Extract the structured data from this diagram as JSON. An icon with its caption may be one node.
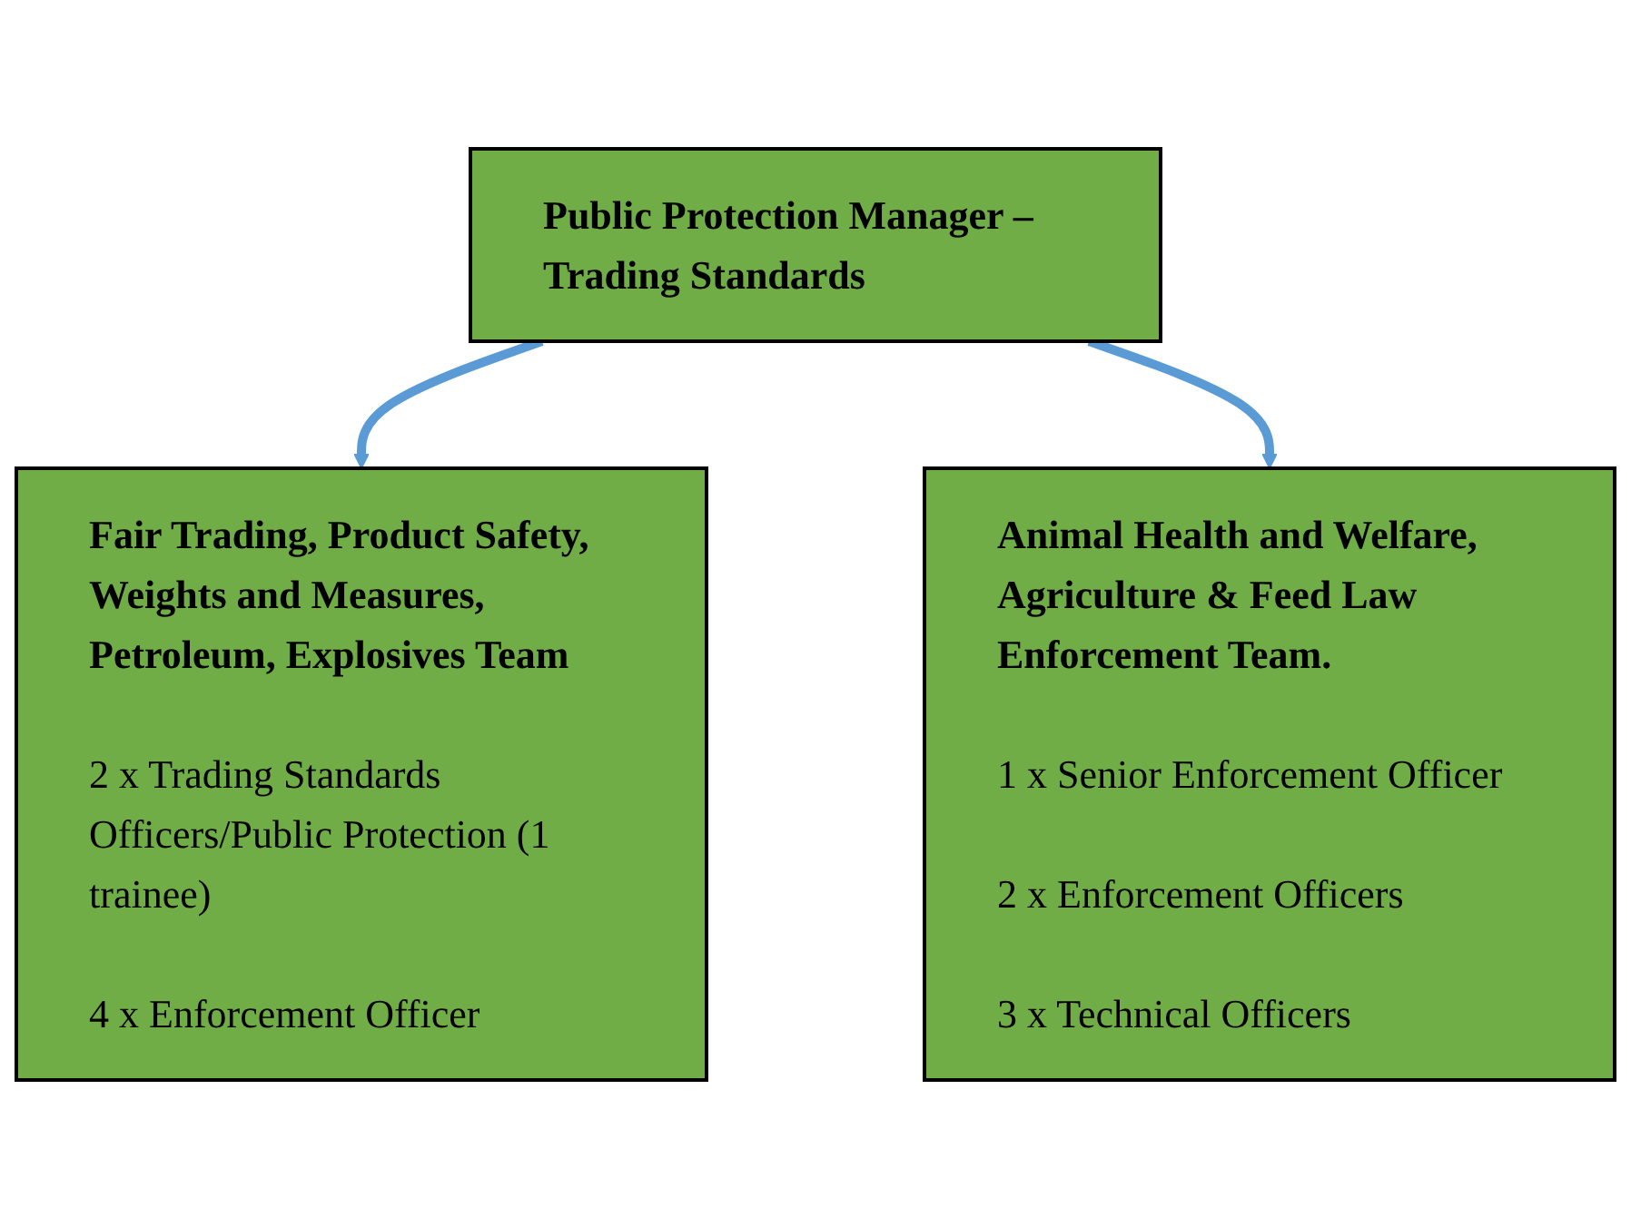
{
  "diagram": {
    "nodes": [
      {
        "text": [
          "Public Protection Manager – Trading Standards"
        ]
      },
      {
        "text": [
          "Fair Trading, Product Safety, Weights and Measures, Petroleum, Explosives Team",
          "2 x Trading Standards Officers/Public Protection (1 trainee)",
          "4 x Enforcement Officer"
        ]
      },
      {
        "text": [
          "Animal Health and Welfare, Agriculture & Feed Law Enforcement Team.",
          "1 x Senior Enforcement Officer",
          "2 x Enforcement Officers",
          "3 x Technical Officers"
        ]
      }
    ],
    "edges": [
      {
        "from": 0,
        "to": 1,
        "arrow": "to"
      },
      {
        "from": 0,
        "to": 2,
        "arrow": "to"
      }
    ]
  }
}
